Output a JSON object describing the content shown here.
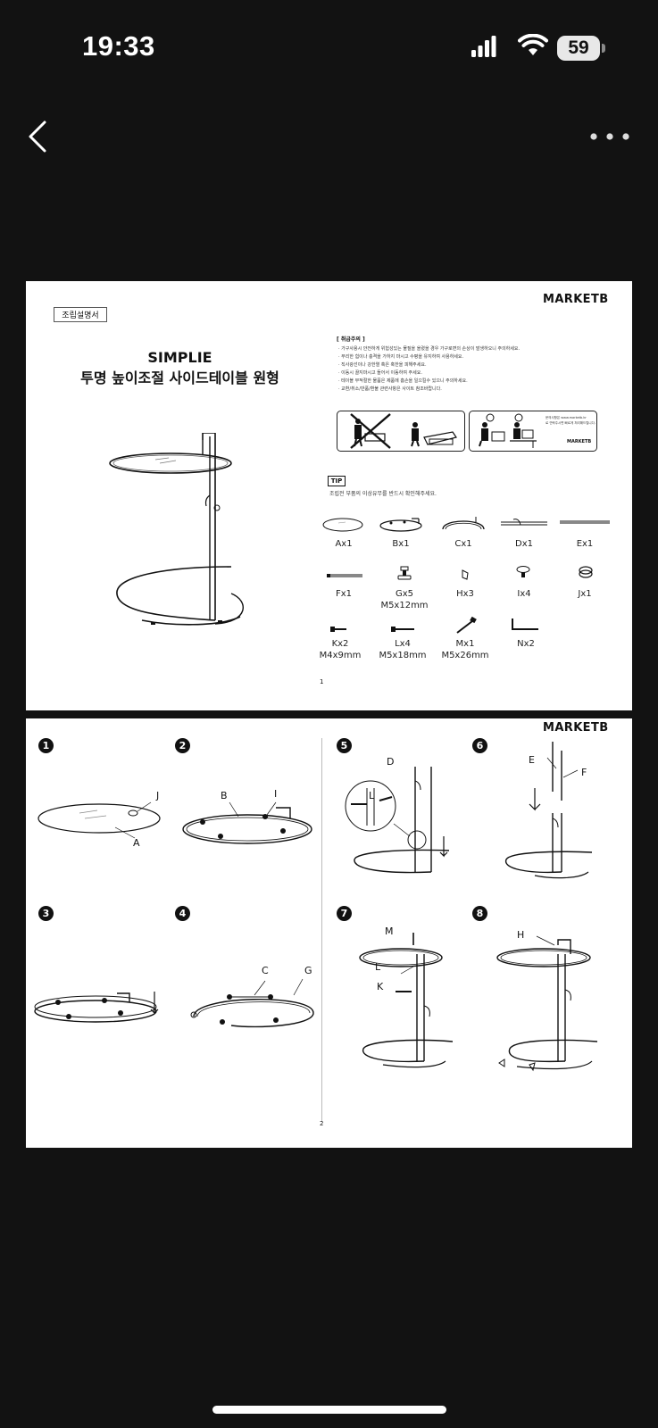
{
  "status_bar": {
    "time": "19:33",
    "battery": "59"
  },
  "header": {
    "back_icon": "chevron-left-icon",
    "more_icon": "more-horizontal-icon"
  },
  "page1": {
    "tag": "조립설명서",
    "brand": "MARKETB",
    "title_line1": "SIMPLIE",
    "title_line2": "투명 높이조절 사이드테이블 원형",
    "caution_heading": "[ 취급주의 ]",
    "caution_lines": [
      "· 가구사용시 안전하게 위험성있는 물질을 올렸을 경우 가구로면의 손상이 발생하오니 주의하세요.",
      "· 무리한 힘이나 충격을 가하지 마시고 수평을 유지하여 사용하세요.",
      "· 직사광선이나 강한열 혹은 혹한을 피해주세요.",
      "· 이동시 끌지마시고 들어서 이동하여 주세요.",
      "· 테이블 부적절한 물품은 제품에 흠손을 일으킬수 있으니 주의하세요.",
      "· 교환/취소/반품/환불 관련사항은 사이트 참조바랍니다."
    ],
    "info_box_text": [
      "문의사항은 www.marketb.kr",
      "로 연락주시면 빠르게 처리해드립니다."
    ],
    "info_box_brand": "MARKETB",
    "tip_label": "TIP",
    "tip_text": "조립전 부품의 이상유무를 반드시 확인해주세요.",
    "parts": [
      {
        "label": "Ax1",
        "sub": ""
      },
      {
        "label": "Bx1",
        "sub": ""
      },
      {
        "label": "Cx1",
        "sub": ""
      },
      {
        "label": "Dx1",
        "sub": ""
      },
      {
        "label": "Ex1",
        "sub": ""
      },
      {
        "label": "Fx1",
        "sub": ""
      },
      {
        "label": "Gx5",
        "sub": "M5x12mm"
      },
      {
        "label": "Hx3",
        "sub": ""
      },
      {
        "label": "Ix4",
        "sub": ""
      },
      {
        "label": "Jx1",
        "sub": ""
      },
      {
        "label": "Kx2",
        "sub": "M4x9mm"
      },
      {
        "label": "Lx4",
        "sub": "M5x18mm"
      },
      {
        "label": "Mx1",
        "sub": "M5x26mm"
      },
      {
        "label": "Nx2",
        "sub": ""
      }
    ],
    "page_number": "1"
  },
  "page2": {
    "brand": "MARKETB",
    "steps": [
      "1",
      "2",
      "3",
      "4",
      "5",
      "6",
      "7",
      "8"
    ],
    "labels": {
      "J": "J",
      "A": "A",
      "B": "B",
      "I": "I",
      "C": "C",
      "G": "G",
      "D": "D",
      "L": "L",
      "E": "E",
      "F": "F",
      "M": "M",
      "K": "K",
      "H": "H"
    },
    "page_number": "2"
  }
}
